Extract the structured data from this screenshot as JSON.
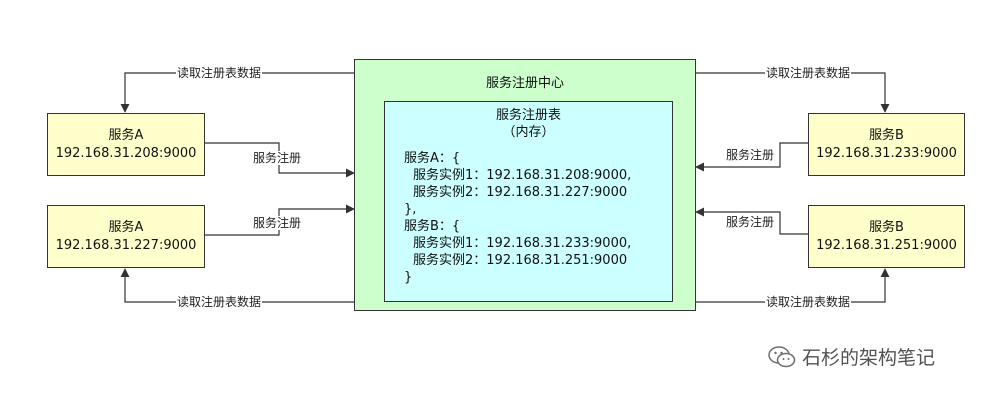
{
  "center": {
    "title": "服务注册中心"
  },
  "registry": {
    "title": "服务注册表",
    "subtitle": "（内存）",
    "lines": [
      "服务A：{",
      "服务实例1：192.168.31.208:9000,",
      "服务实例2：192.168.31.227:9000",
      "},",
      "服务B：{",
      "服务实例1：192.168.31.233:9000,",
      "服务实例2：192.168.31.251:9000",
      "}"
    ]
  },
  "services": {
    "a1": {
      "name": "服务A",
      "address": "192.168.31.208:9000"
    },
    "a2": {
      "name": "服务A",
      "address": "192.168.31.227:9000"
    },
    "b1": {
      "name": "服务B",
      "address": "192.168.31.233:9000"
    },
    "b2": {
      "name": "服务B",
      "address": "192.168.31.251:9000"
    }
  },
  "edges": {
    "read_label": "读取注册表数据",
    "register_label": "服务注册"
  },
  "watermark": {
    "icon": "wechat-icon",
    "text": "石杉的架构笔记"
  },
  "colors": {
    "service_fill": "#ffffcc",
    "center_fill": "#ccffcc",
    "registry_fill": "#ccffff",
    "line": "#333333"
  }
}
